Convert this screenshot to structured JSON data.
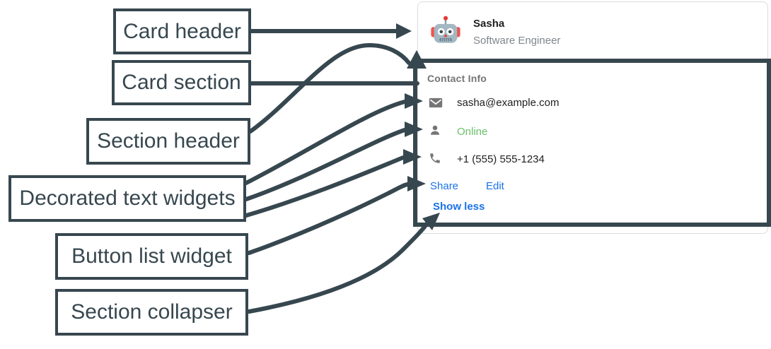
{
  "colors": {
    "annotation_dark": "#37474f",
    "card_border": "#dadce0",
    "link_blue": "#1a73e8",
    "online_green": "#6abf69",
    "subtitle_gray": "#80868b",
    "icon_gray": "#757575",
    "text_dark": "#202124"
  },
  "annotations": {
    "labels": [
      {
        "id": "card-header",
        "text": "Card header"
      },
      {
        "id": "card-section",
        "text": "Card section"
      },
      {
        "id": "section-header",
        "text": "Section header"
      },
      {
        "id": "decorated-text-widgets",
        "text": "Decorated text widgets"
      },
      {
        "id": "button-list-widget",
        "text": "Button list widget"
      },
      {
        "id": "section-collapser",
        "text": "Section collapser"
      }
    ]
  },
  "card": {
    "header": {
      "title": "Sasha",
      "subtitle": "Software Engineer",
      "avatar": "robot-emoji"
    },
    "section": {
      "title": "Contact Info",
      "widgets": [
        {
          "icon": "email-icon",
          "text": "sasha@example.com"
        },
        {
          "icon": "person-icon",
          "text": "Online",
          "status_color": "#6abf69"
        },
        {
          "icon": "phone-icon",
          "text": "+1 (555) 555-1234"
        }
      ],
      "buttons": [
        {
          "label": "Share"
        },
        {
          "label": "Edit"
        }
      ],
      "collapser_label": "Show less"
    }
  }
}
